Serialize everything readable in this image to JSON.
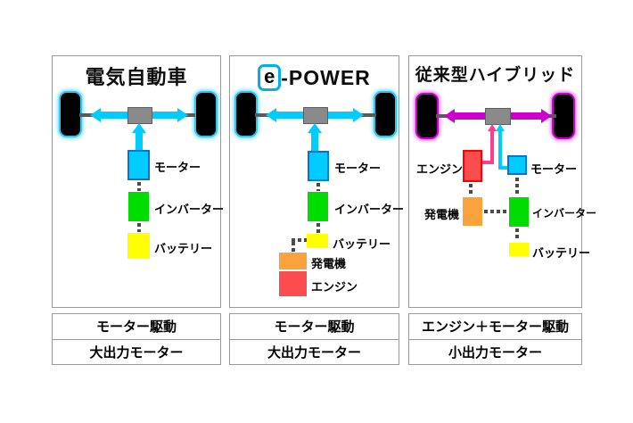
{
  "panel_ev": {
    "title": "電気自動車",
    "motor_label": "モーター",
    "inverter_label": "インバーター",
    "battery_label": "バッテリー",
    "drive_type": "モーター駆動",
    "motor_output": "大出力モーター"
  },
  "panel_epower": {
    "logo_e": "e",
    "logo_power": "-POWER",
    "motor_label": "モーター",
    "inverter_label": "インバーター",
    "battery_label": "バッテリー",
    "generator_label": "発電機",
    "engine_label": "エンジン",
    "drive_type": "モーター駆動",
    "motor_output": "大出力モーター"
  },
  "panel_hybrid": {
    "title": "従来型ハイブリッド",
    "engine_label": "エンジン",
    "motor_label": "モーター",
    "generator_label": "発電機",
    "inverter_label": "インバーター",
    "battery_label": "バッテリー",
    "drive_type": "エンジン＋モーター駆動",
    "motor_output": "小出力モーター"
  },
  "colors": {
    "motor_fill": "#00CCFF",
    "motor_border": "#0077CC",
    "inverter_fill": "#00DD00",
    "battery_fill": "#FFFF00",
    "generator_fill": "#FAA23C",
    "engine_fill": "#FB4D4D",
    "engine_border": "#FF0000",
    "ev_arrow": "#00CCFF",
    "hybrid_arrow": "#CC00CC",
    "engine_power_line": "#FF3D8F",
    "axle_gray": "#5A5A5A",
    "gearbox_gray": "#8A8A8A",
    "epower_logo_border": "#00AEEF"
  }
}
